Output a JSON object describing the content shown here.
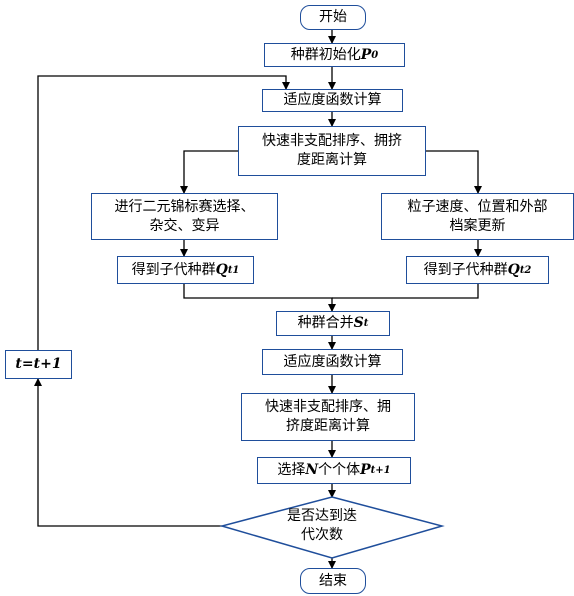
{
  "start": "开始",
  "init": {
    "text": "种群初始化",
    "var": "P",
    "sub": "0"
  },
  "fitness1": "适应度函数计算",
  "sort1": [
    "快速非支配排序、拥挤",
    "度距离计算"
  ],
  "tournament": [
    "进行二元锦标赛选择、",
    "杂交、变异"
  ],
  "offspring1": {
    "text": "得到子代种群",
    "var": "Q",
    "sub": "t1"
  },
  "particle": [
    "粒子速度、位置和外部",
    "档案更新"
  ],
  "offspring2": {
    "text": "得到子代种群",
    "var": "Q",
    "sub": "t2"
  },
  "merge": {
    "text": "种群合并",
    "var": "S",
    "sub": "t"
  },
  "fitness2": "适应度函数计算",
  "sort2": [
    "快速非支配排序、拥",
    "挤度距离计算"
  ],
  "select": {
    "text": "选择",
    "var": "N",
    "text2": "个个体",
    "var2": "P",
    "sub": "t+1"
  },
  "decision": [
    "是否达到迭",
    "代次数"
  ],
  "counter": "t=t+1",
  "end": "结束",
  "colors": {
    "border": "#1f4e9b",
    "arrow": "#000000"
  }
}
